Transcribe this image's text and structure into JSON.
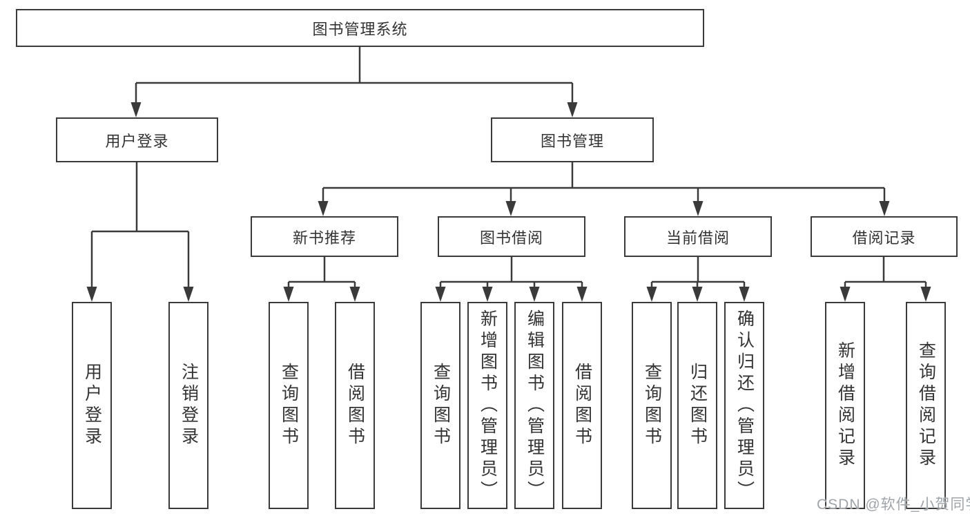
{
  "diagram": {
    "root": {
      "label": "图书管理系统"
    },
    "branches": [
      {
        "label": "用户登录",
        "children": [
          {
            "label": "用户登录"
          },
          {
            "label": "注销登录"
          }
        ]
      },
      {
        "label": "图书管理",
        "children": [
          {
            "label": "新书推荐",
            "children": [
              {
                "label": "查询图书"
              },
              {
                "label": "借阅图书"
              }
            ]
          },
          {
            "label": "图书借阅",
            "children": [
              {
                "label": "查询图书"
              },
              {
                "label": "新增图书（管理员）"
              },
              {
                "label": "编辑图书（管理员）"
              },
              {
                "label": "借阅图书"
              }
            ]
          },
          {
            "label": "当前借阅",
            "children": [
              {
                "label": "查询图书"
              },
              {
                "label": "归还图书"
              },
              {
                "label": "确认归还（管理员）"
              }
            ]
          },
          {
            "label": "借阅记录",
            "children": [
              {
                "label": "新增借阅记录"
              },
              {
                "label": "查询借阅记录"
              }
            ]
          }
        ]
      }
    ]
  },
  "watermark": {
    "text": "CSDN @软件_小贺同学"
  },
  "colors": {
    "line": "#3a3a3a",
    "border": "#3a3a3a",
    "text": "#333333",
    "watermark": "#9fa4a9",
    "background": "#ffffff"
  }
}
